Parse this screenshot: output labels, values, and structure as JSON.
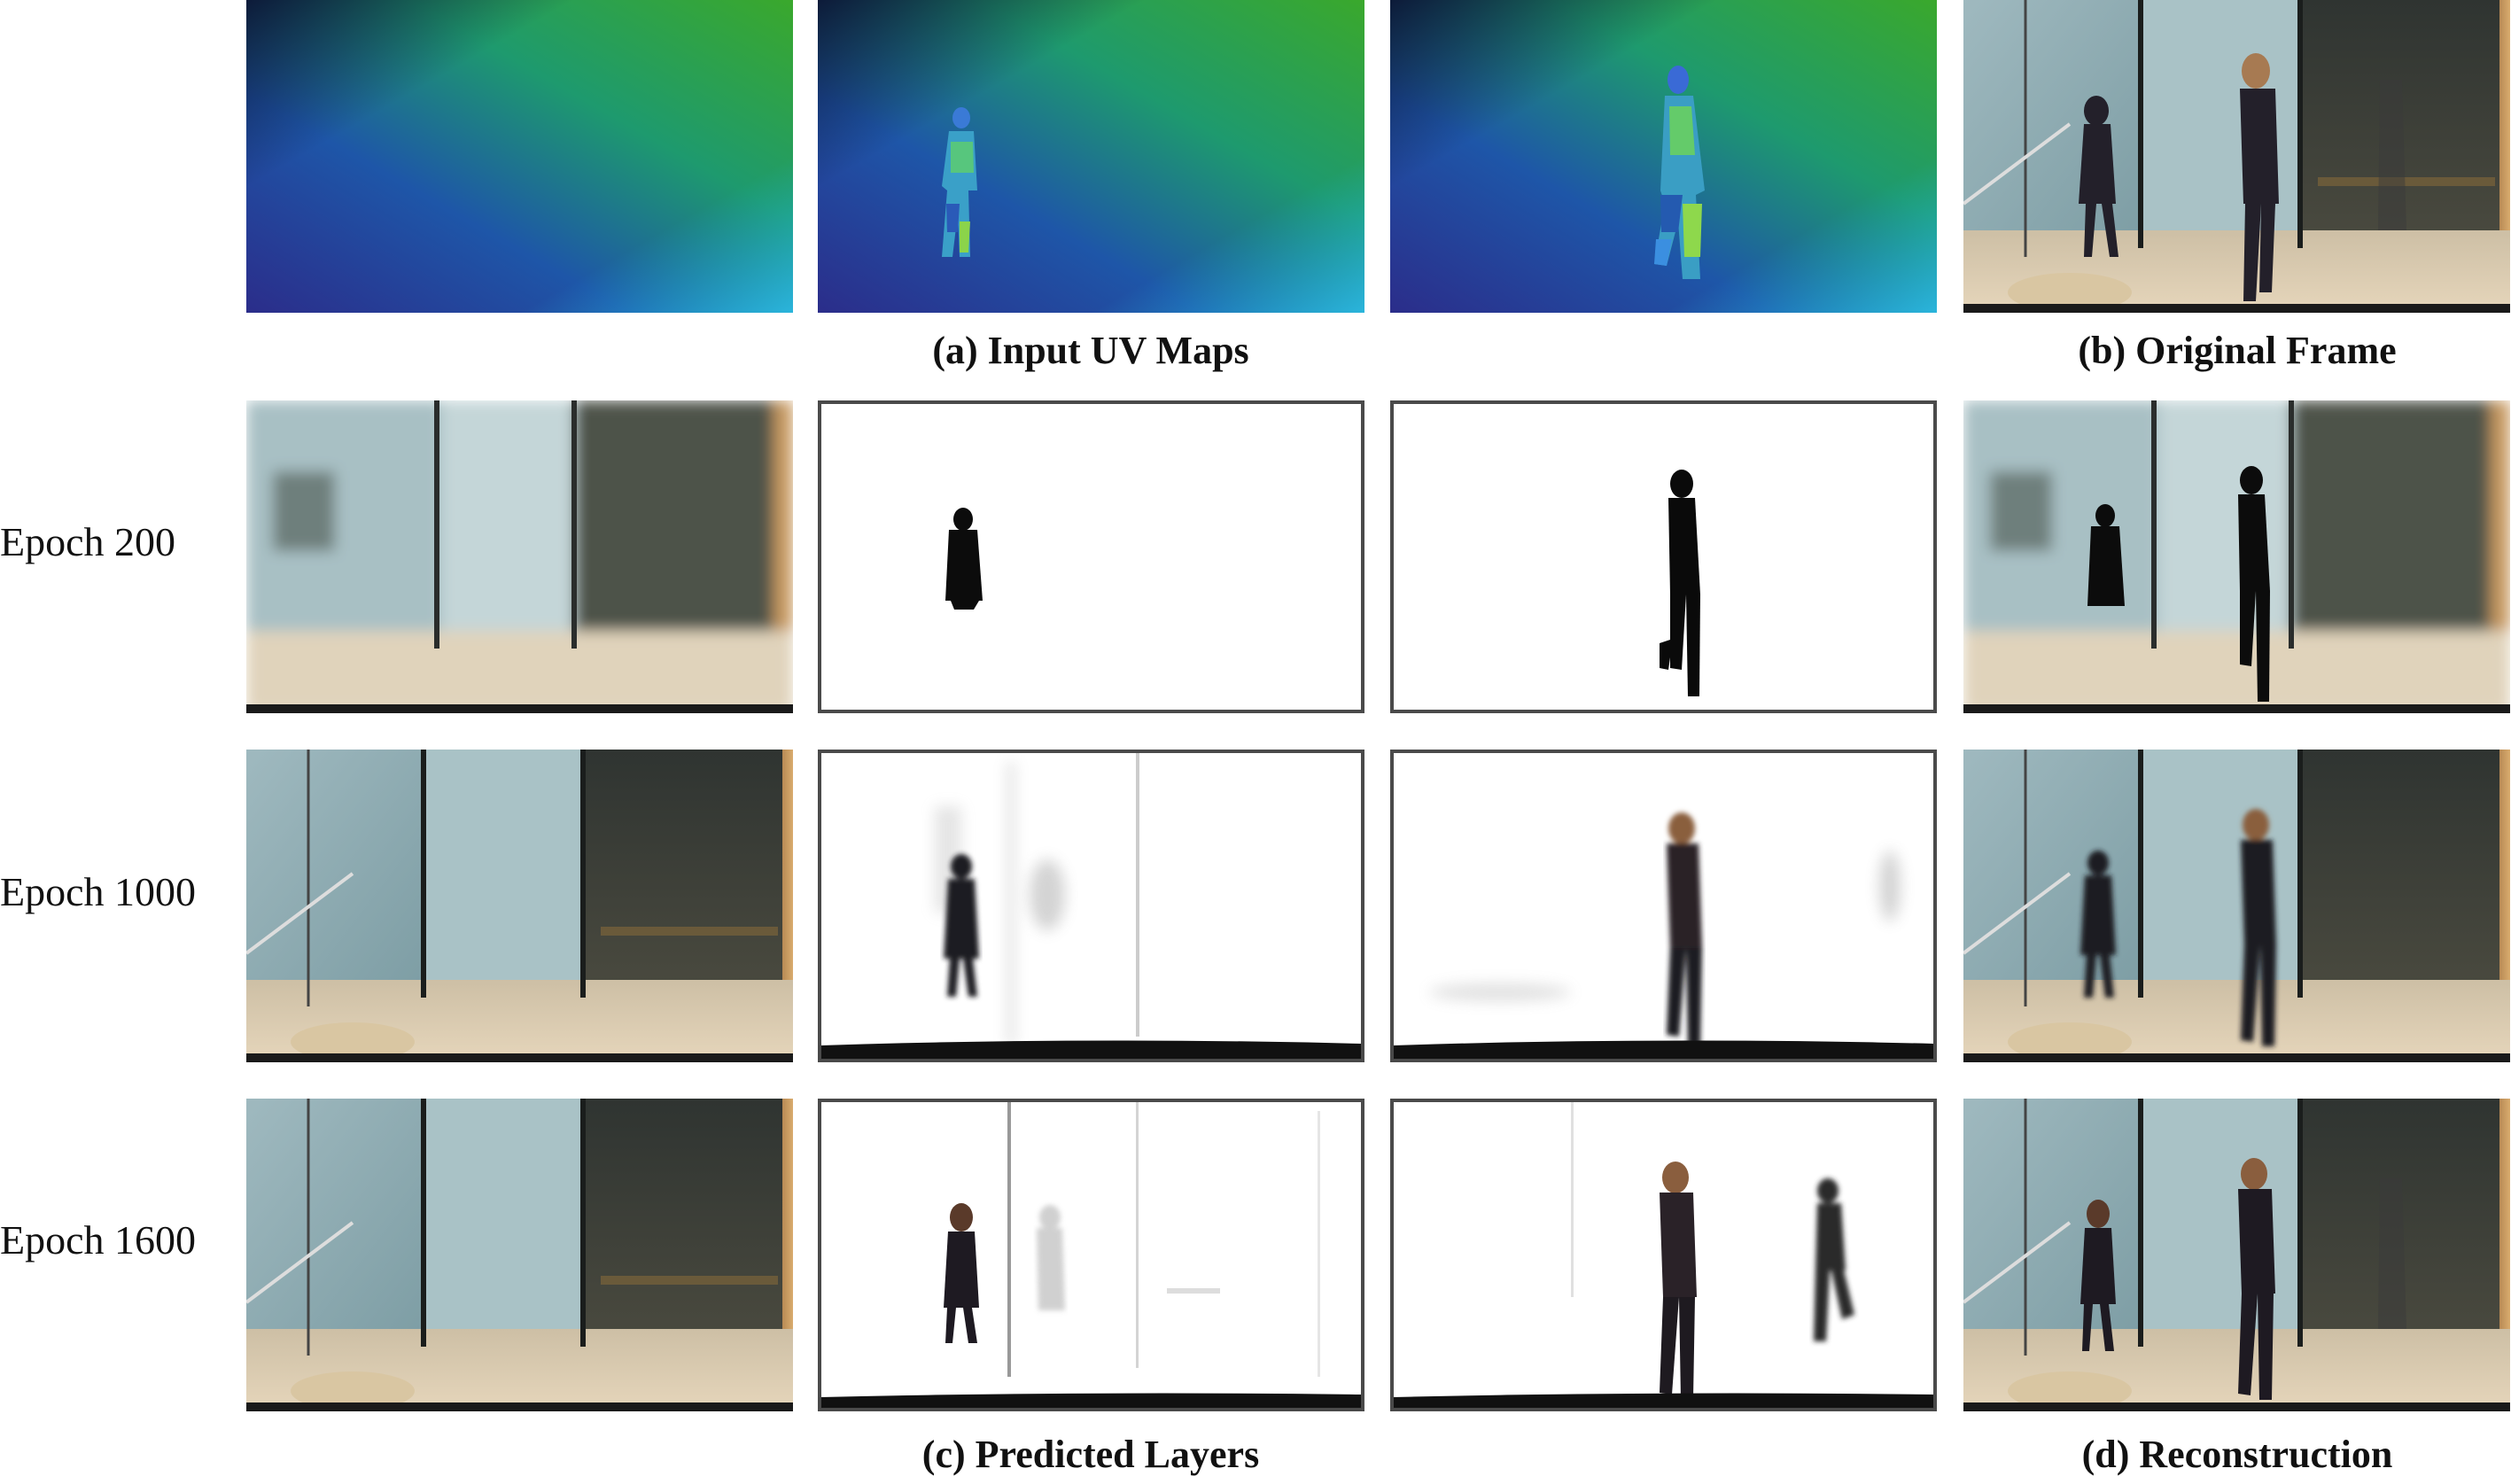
{
  "row_labels": [
    "Epoch 200",
    "Epoch 1000",
    "Epoch 1600"
  ],
  "captions": {
    "uv_maps": "(a) Input UV Maps",
    "original_frame": "(b) Original Frame",
    "predicted_layers": "(c) Predicted Layers",
    "reconstruction": "(d) Reconstruction"
  }
}
